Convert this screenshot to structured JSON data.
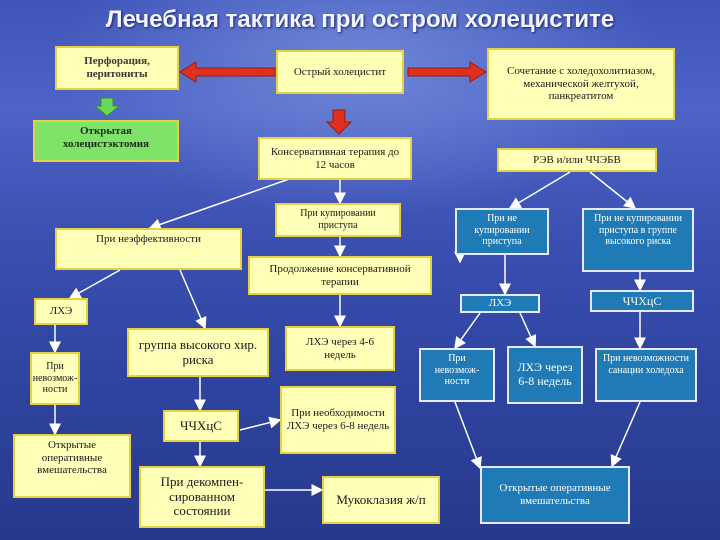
{
  "title": "Лечебная тактика при остром холецистите",
  "boxes": {
    "perforation": "Перфорация, перитониты",
    "acute": "Острый холецистит",
    "combo": "Сочетание с холедохолитиазом, механической желтухой, панкреатитом",
    "open_chole": "Открытая холецистэктомия",
    "conservative": "Консервативная терапия до 12 часов",
    "rev": "РЭВ и/или ЧЧЭБВ",
    "cupping": "При купировании приступа",
    "ineffective": "При неэффективности",
    "not_cupping": "При не купировании приступа",
    "not_cupping_high": "При не купировании приступа в группе высокого риска",
    "continue_cons": "Продолжение консервативной терапии",
    "lhe_left": "ЛХЭ",
    "lhe_right": "ЛХЭ",
    "chchhc_right": "ЧЧХцС",
    "impossible_left": "При невозмож-ности",
    "high_risk": "группа высокого хир. риска",
    "lhe_4_6": "ЛХЭ через 4-6 недель",
    "impossible_mid": "При невозмож-ности",
    "lhe_6_8_b": "ЛХЭ через 6-8 недель",
    "sanation": "При невозможности санации холедоха",
    "if_needed": "При необходимости ЛХЭ через 6-8 недель",
    "open_ops_left": "Открытые оперативные вмешательства",
    "chchhc_mid": "ЧЧХцС",
    "decompensated": "При декомпен-сированном состоянии",
    "mucoclasia": "Мукоклазия ж/п",
    "open_ops_right": "Открытые оперативные вмешательства"
  },
  "colors": {
    "yellow_box": "#ffffb8",
    "green_box": "#7fe36a",
    "blue_box": "#1f7ab5",
    "arrow_red": "#e03020",
    "line_white": "#ffffff"
  }
}
